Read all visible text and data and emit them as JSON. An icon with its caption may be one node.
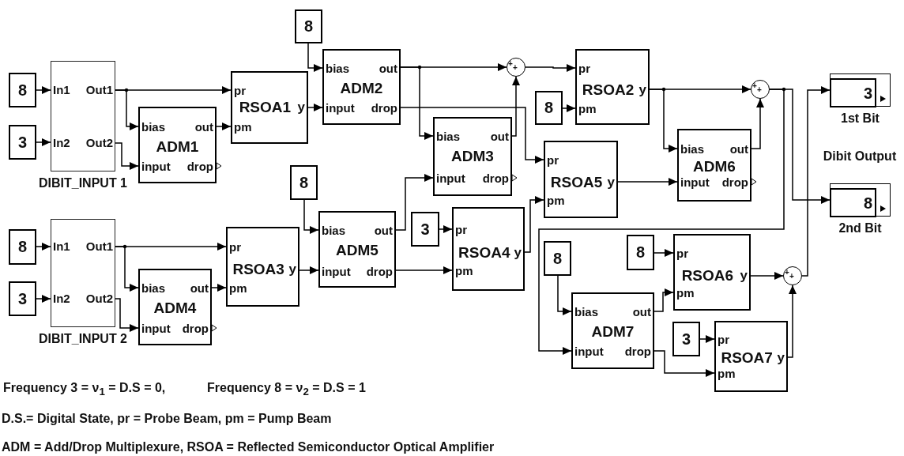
{
  "diagram": {
    "nodes": [
      {
        "text": [
          "8"
        ]
      },
      {
        "text": [
          "3"
        ]
      },
      {
        "text": [
          "In1",
          "Out1",
          "In2",
          "Out2"
        ],
        "beside": [
          "DIBIT_INPUT 1"
        ]
      },
      {
        "text": [
          "bias",
          "out",
          "ADM1",
          "input",
          "drop"
        ]
      },
      {
        "text": [
          "pr",
          "RSOA1",
          "y",
          "pm"
        ]
      },
      {
        "text": [
          "8"
        ]
      },
      {
        "text": [
          "bias",
          "out",
          "ADM2",
          "input",
          "drop"
        ]
      },
      {
        "text": [
          "+",
          "+"
        ]
      },
      {
        "text": [
          "pr",
          "RSOA2",
          "y",
          "pm"
        ]
      },
      {
        "text": [
          "8"
        ]
      },
      {
        "text": [
          "bias",
          "out",
          "ADM3",
          "input",
          "drop"
        ]
      },
      {
        "text": [
          "pr",
          "RSOA5",
          "y",
          "pm"
        ]
      },
      {
        "text": [
          "+",
          "+"
        ]
      },
      {
        "text": [
          "bias",
          "out",
          "ADM6",
          "input",
          "drop"
        ]
      },
      {
        "text": [
          "3"
        ],
        "beside": [
          "1st Bit"
        ]
      },
      {
        "text": [
          "8"
        ],
        "beside": [
          "2nd Bit"
        ]
      },
      {
        "text": [
          "8"
        ]
      },
      {
        "text": [
          "3"
        ]
      },
      {
        "text": [
          "In1",
          "Out1",
          "In2",
          "Out2"
        ],
        "beside": [
          "DIBIT_INPUT 2"
        ]
      },
      {
        "text": [
          "bias",
          "out",
          "ADM4",
          "input",
          "drop"
        ]
      },
      {
        "text": [
          "pr",
          "RSOA3",
          "y",
          "pm"
        ]
      },
      {
        "text": [
          "8"
        ]
      },
      {
        "text": [
          "bias",
          "out",
          "ADM5",
          "input",
          "drop"
        ]
      },
      {
        "text": [
          "3"
        ]
      },
      {
        "text": [
          "pr",
          "RSOA4",
          "y",
          "pm"
        ]
      },
      {
        "text": [
          "8"
        ]
      },
      {
        "text": [
          "bias",
          "out",
          "ADM7",
          "input",
          "drop"
        ]
      },
      {
        "text": [
          "8"
        ]
      },
      {
        "text": [
          "pr",
          "RSOA6",
          "y",
          "pm"
        ]
      },
      {
        "text": [
          "3"
        ]
      },
      {
        "text": [
          "pr",
          "RSOA7",
          "y",
          "pm"
        ]
      },
      {
        "text": [
          "+",
          "+"
        ]
      }
    ],
    "edges": [
      {
        "from": 0,
        "to": 2,
        "arrow": "to"
      },
      {
        "from": 1,
        "to": 2,
        "arrow": "to"
      },
      {
        "from": 2,
        "to": 4,
        "arrow": "to"
      },
      {
        "from": 2,
        "to": 3,
        "arrow": "to"
      },
      {
        "from": 2,
        "to": 3,
        "arrow": "to"
      },
      {
        "from": 3,
        "to": 4,
        "arrow": "to"
      },
      {
        "from": 5,
        "to": 6,
        "arrow": "to"
      },
      {
        "from": 4,
        "to": 6,
        "arrow": "to"
      },
      {
        "from": 6,
        "to": 7,
        "arrow": "to"
      },
      {
        "from": 6,
        "to": 10,
        "arrow": "to"
      },
      {
        "from": 6,
        "to": 11,
        "arrow": "to"
      },
      {
        "from": 10,
        "to": 7,
        "arrow": "to"
      },
      {
        "from": 7,
        "to": 8,
        "arrow": "to"
      },
      {
        "from": 9,
        "to": 8,
        "arrow": "to"
      },
      {
        "from": 8,
        "to": 12,
        "arrow": "to"
      },
      {
        "from": 8,
        "to": 13,
        "arrow": "to"
      },
      {
        "from": 11,
        "to": 13,
        "arrow": "to"
      },
      {
        "from": 13,
        "to": 12,
        "arrow": "to"
      },
      {
        "from": 12,
        "to": 15,
        "arrow": "to"
      },
      {
        "from": 12,
        "to": 26,
        "arrow": "to"
      },
      {
        "from": 31,
        "to": 14,
        "arrow": "to"
      },
      {
        "from": 16,
        "to": 18,
        "arrow": "to"
      },
      {
        "from": 17,
        "to": 18,
        "arrow": "to"
      },
      {
        "from": 18,
        "to": 20,
        "arrow": "to"
      },
      {
        "from": 18,
        "to": 19,
        "arrow": "to"
      },
      {
        "from": 18,
        "to": 19,
        "arrow": "to"
      },
      {
        "from": 19,
        "to": 20,
        "arrow": "to"
      },
      {
        "from": 21,
        "to": 22,
        "arrow": "to"
      },
      {
        "from": 20,
        "to": 22,
        "arrow": "to"
      },
      {
        "from": 22,
        "to": 10,
        "arrow": "to"
      },
      {
        "from": 23,
        "to": 24,
        "arrow": "to"
      },
      {
        "from": 22,
        "to": 24,
        "arrow": "to"
      },
      {
        "from": 24,
        "to": 11,
        "arrow": "to"
      },
      {
        "from": 25,
        "to": 26,
        "arrow": "to"
      },
      {
        "from": 27,
        "to": 28,
        "arrow": "to"
      },
      {
        "from": 26,
        "to": 28,
        "arrow": "to"
      },
      {
        "from": 29,
        "to": 30,
        "arrow": "to"
      },
      {
        "from": 26,
        "to": 30,
        "arrow": "to"
      },
      {
        "from": 28,
        "to": 31,
        "arrow": "to"
      },
      {
        "from": 30,
        "to": 31,
        "arrow": "to"
      }
    ],
    "labels": [
      "Dibit Output",
      "Frequency 3 = ν$_{1}$ = D.S = 0,",
      "Frequency 8 = ν$_{2}$ = D.S = 1",
      "D.S.= Digital State, pr = Probe Beam, pm = Pump Beam",
      "ADM = Add/Drop Multiplexure, RSOA = Reflected Semiconductor Optical Amplifier"
    ]
  }
}
